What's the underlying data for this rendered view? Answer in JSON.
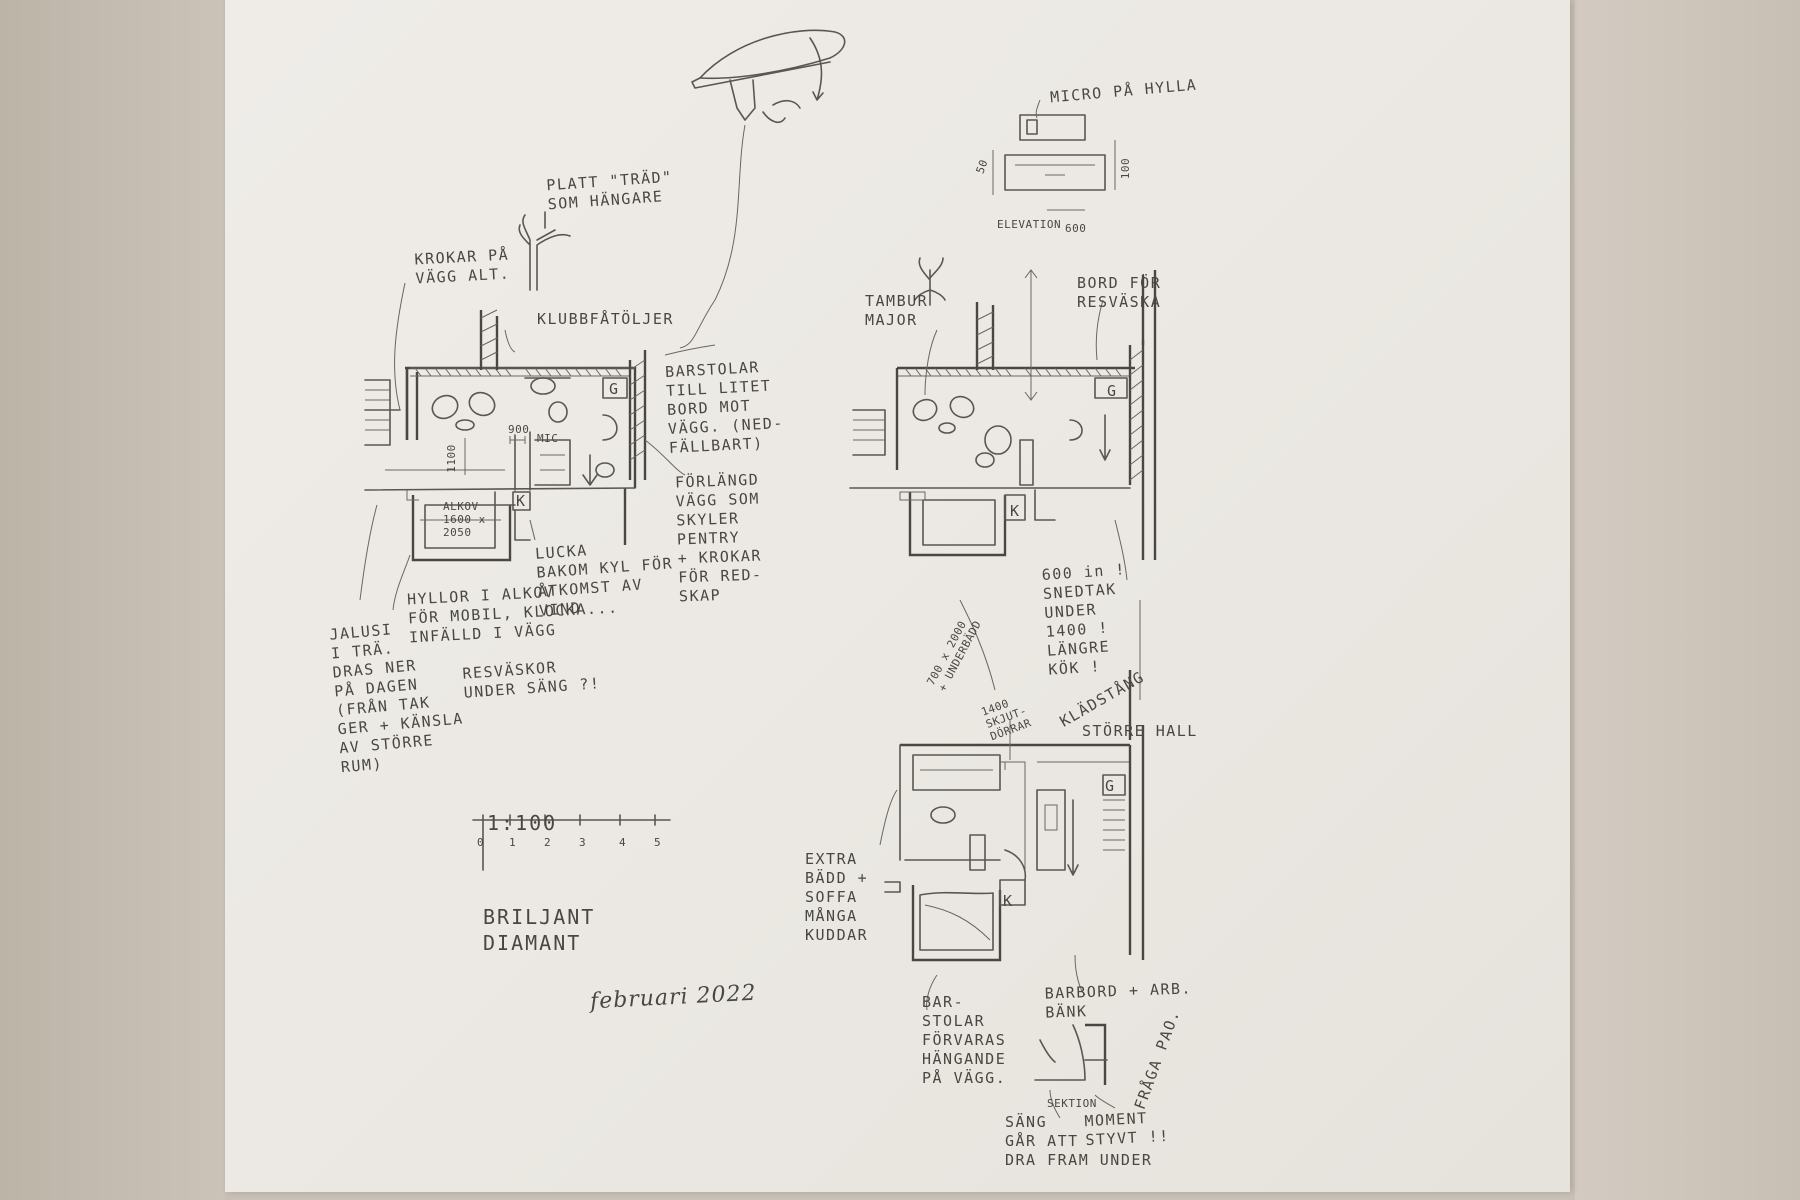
{
  "sheet": {
    "date": "februari 2022",
    "scale": {
      "title": "1:100",
      "ticks": [
        "0",
        "1",
        "2",
        "3",
        "4",
        "5"
      ]
    },
    "brand": "BRILJANT\nDIAMANT"
  },
  "left_plan": {
    "labels": {
      "tree": "PLATT \"TRÄD\"\nSOM HÄNGARE",
      "hooks": "KROKAR PÅ\nVÄGG ALT.",
      "armchairs": "KLUBBFÅTÖLJER",
      "barstools": "BARSTOLAR\nTILL LITET\nBORD MOT\nVÄGG. (NED-\nFÄLLBART)",
      "wall": "FÖRLÄNGD\nVÄGG SOM\nSKYLER\nPENTRY\n+ KROKAR\nFÖR RED-\nSKAP",
      "hatch": "LUCKA\nBAKOM KYL FÖR\nÅTKOMST AV\nVIND",
      "shelves": "HYLLOR I ALKOV\nFÖR MOBIL, KLOCKA...\nINFÄLLD I VÄGG",
      "blind": "JALUSI\nI TRÄ.\nDRAS NER\nPÅ DAGEN\n(FRÅN TAK\nGER + KÄNSLA\nAV STÖRRE\nRUM)",
      "suitcases": "RESVÄSKOR\nUNDER SÄNG ?!",
      "alcove": "ALKOV\n1600 x\n2050",
      "dim_900": "900",
      "dim_1100": "1100",
      "g": "G",
      "k": "K",
      "mic": "MIC"
    }
  },
  "right_plan": {
    "labels": {
      "micro": "MICRO PÅ HYLLA",
      "elevation": "ELEVATION",
      "dim_600": "600",
      "dim_100": "100",
      "dim_50": "50",
      "tambur": "TAMBUR\nMAJOR",
      "table": "BORD FÖR\nRESVÄSKA",
      "sloping": "600 in !\nSNEDTAK\nUNDER\n1400 !\nLÄNGRE\nKÖK !",
      "g": "G",
      "k": "K"
    }
  },
  "lower_plan": {
    "labels": {
      "bed": "700 x 2000\n+ UNDERBÄDD",
      "doors": "1400\nSKJUT-\nDÖRRAR",
      "rail": "KLÄDSTÅNG",
      "hall": "STÖRRE HALL",
      "sofa": "EXTRA\nBÄDD +\nSOFFA\nMÅNGA\nKUDDAR",
      "barbord": "BARBORD + ARB.\nBÄNK",
      "stools": "BAR-\nSTOLAR\nFÖRVARAS\nHÄNGANDE\nPÅ VÄGG.",
      "section": "SEKTION",
      "pull": "SÄNG\nGÅR ATT\nDRA FRAM UNDER",
      "moment": "MOMENT\nSTYVT !!",
      "ask": "FRÅGA PAO.",
      "g": "G",
      "k": "K"
    }
  }
}
